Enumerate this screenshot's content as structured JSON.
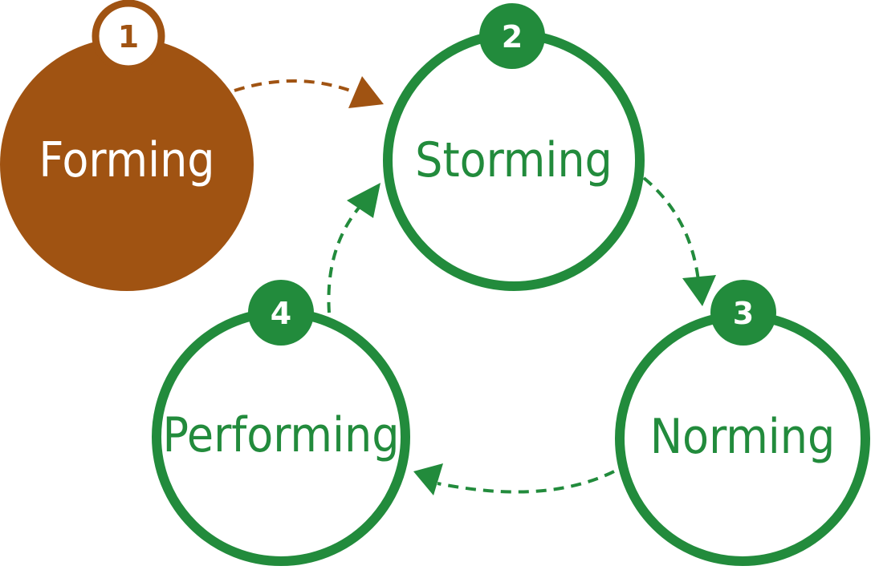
{
  "colors": {
    "forming": "#A05312",
    "stage": "#228B3C",
    "background": "#FFFFFF"
  },
  "stages": [
    {
      "number": "1",
      "label": "Forming"
    },
    {
      "number": "2",
      "label": "Storming"
    },
    {
      "number": "3",
      "label": "Norming"
    },
    {
      "number": "4",
      "label": "Performing"
    }
  ],
  "arrows": [
    {
      "from": "Forming",
      "to": "Storming"
    },
    {
      "from": "Storming",
      "to": "Norming"
    },
    {
      "from": "Norming",
      "to": "Performing"
    },
    {
      "from": "Performing",
      "to": "Storming"
    }
  ]
}
